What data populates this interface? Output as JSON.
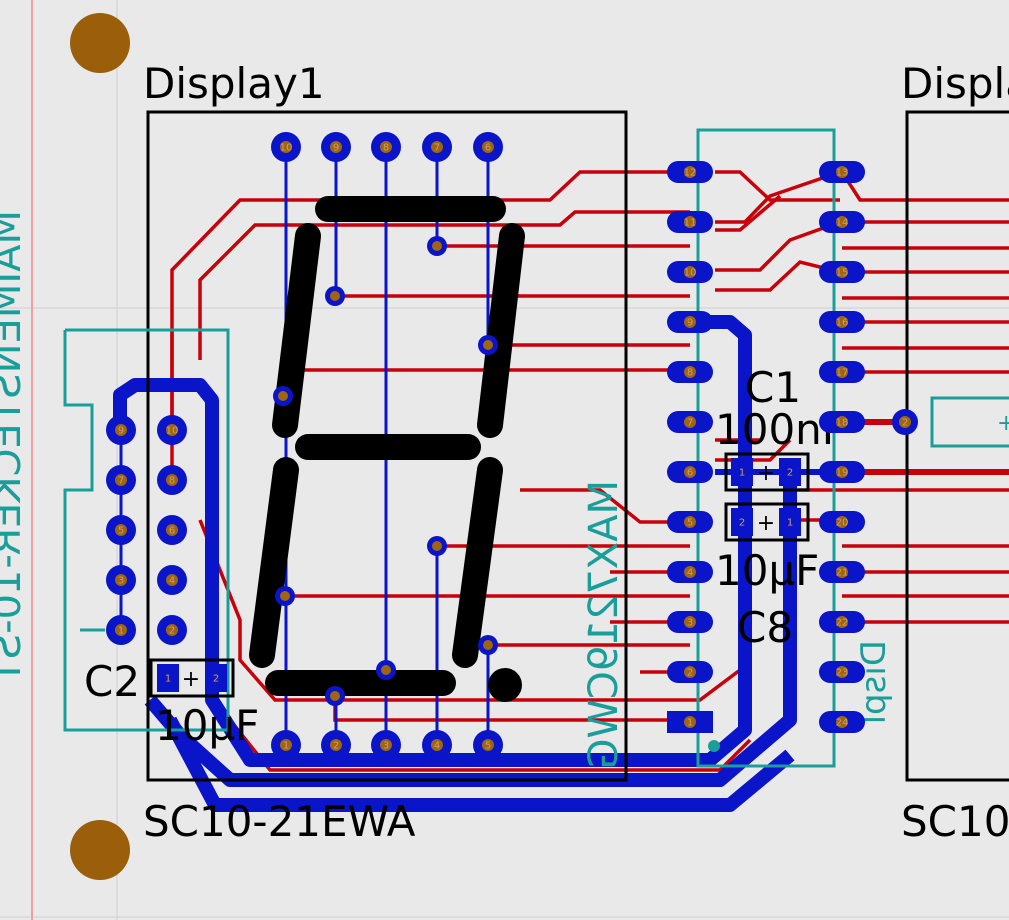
{
  "colors": {
    "background": "#e9e9e9",
    "board_edge": "#f2a0a0",
    "grid": "#cfcfcf",
    "copper_top": "#c8000a",
    "copper_bottom": "#0a14c8",
    "silkscreen": "#000000",
    "keepout": "#1a9e9a",
    "drill": "#a0650f",
    "mounting_hole": "#9b5e0b"
  },
  "labels": {
    "display1_name": "Display1",
    "display1_value": "SC10-21EWA",
    "display2_name": "Displa",
    "display2_value": "SC10-",
    "c1_name": "C1",
    "c1_value": "100nF",
    "c8_name": "C8",
    "c8_value": "10µF",
    "c2_name": "C2",
    "c2_value": "10µF",
    "u_left_mirrored": "MAIMENSTECKER-10-ST",
    "u_mid_mirrored": "MAX7219CWG",
    "u_right_mirrored": "Displ",
    "cap_pad_plus": "+"
  },
  "pads": {
    "display_top": [
      "10",
      "9",
      "8",
      "7",
      "6"
    ],
    "display_bottom": [
      "1",
      "2",
      "3",
      "4",
      "5"
    ],
    "ic_left": [
      "12",
      "11",
      "10",
      "9",
      "8",
      "7",
      "6",
      "5",
      "4",
      "3",
      "2",
      "1"
    ],
    "ic_right": [
      "13",
      "14",
      "15",
      "16",
      "17",
      "18",
      "19",
      "20",
      "21",
      "22",
      "23",
      "24"
    ],
    "header_left": [
      "9",
      "7",
      "5",
      "3",
      "1"
    ],
    "header_right": [
      "10",
      "8",
      "6",
      "4",
      "2"
    ],
    "cap_pins": [
      "1",
      "2"
    ],
    "display2_pin": "2"
  }
}
